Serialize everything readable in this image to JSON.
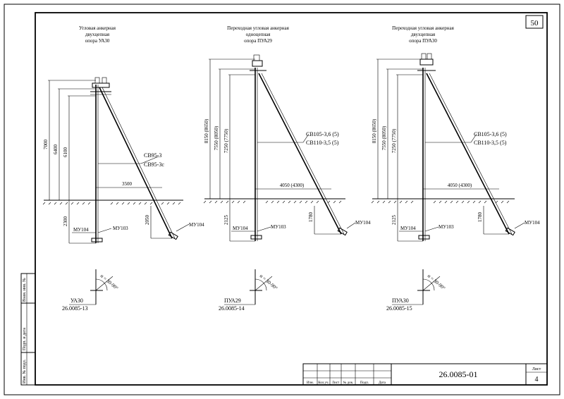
{
  "sheet": {
    "page_number": "50",
    "code": "26.0085-01",
    "list_label": "Лист",
    "list_number": "4"
  },
  "side_stamp": [
    "Взам. инв. №",
    "Подп. и дата",
    "Инв. № подл."
  ],
  "title_block": {
    "headers": [
      "Изм.",
      "Кол.уч.",
      "Лист",
      "№ док.",
      "Подп.",
      "Дата"
    ]
  },
  "panels": [
    {
      "title_lines": [
        "Угловая анкерная",
        "двухцепная",
        "опора УА30"
      ],
      "heights": [
        "7000",
        "6400",
        "6100"
      ],
      "wire_labels": [
        "СВ95-3",
        "СВ95-3с"
      ],
      "span": "3500",
      "depth": "2300",
      "anchor_depth": "2050",
      "mu_left": "МУ104",
      "mu_mid": "МУ103",
      "mu_right": "МУ104",
      "angle": "α = 30-90°",
      "code_name": "УА30",
      "code_number": "26.0085-13"
    },
    {
      "title_lines": [
        "Переходная угловая анкерная",
        "одноцепная",
        "опора ПУА29"
      ],
      "heights": [
        "8150 (8650)",
        "7550 (8050)",
        "7250 (7750)"
      ],
      "wire_labels": [
        "СВ105-3,6 (5)",
        "СВ110-3,5 (5)"
      ],
      "span": "4050 (4300)",
      "depth": "2125",
      "anchor_depth": "1780",
      "mu_left": "МУ104",
      "mu_mid": "МУ103",
      "mu_right": "МУ104",
      "angle": "α = 30-90°",
      "code_name": "ПУА29",
      "code_number": "26.0085-14"
    },
    {
      "title_lines": [
        "Переходная угловая анкерная",
        "двухцепная",
        "опора ПУА30"
      ],
      "heights": [
        "8150 (8650)",
        "7550 (8050)",
        "7250 (7750)"
      ],
      "wire_labels": [
        "СВ105-3,6 (5)",
        "СВ110-3,5 (5)"
      ],
      "span": "4050 (4300)",
      "depth": "2125",
      "anchor_depth": "1780",
      "mu_left": "МУ104",
      "mu_mid": "МУ103",
      "mu_right": "МУ104",
      "angle": "α = 30-90°",
      "code_name": "ПУА30",
      "code_number": "26.0085-15"
    }
  ]
}
